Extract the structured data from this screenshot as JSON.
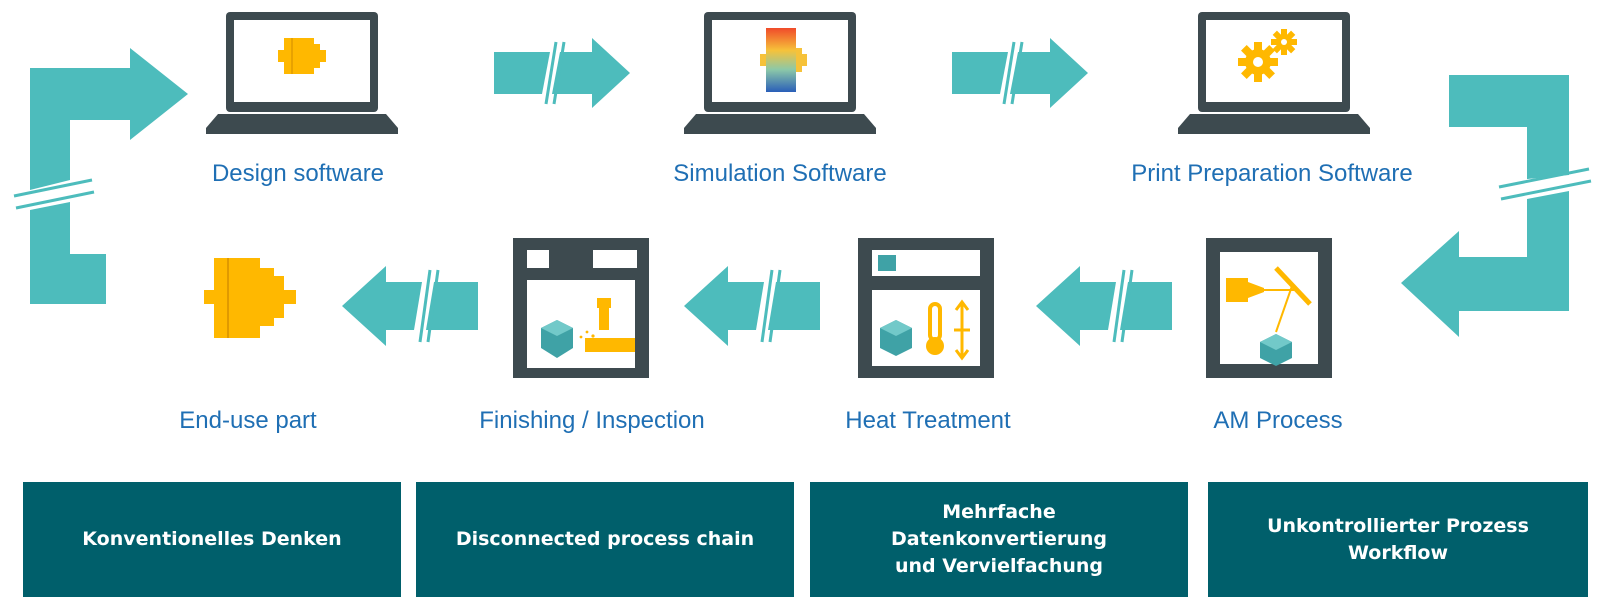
{
  "steps": {
    "design": "Design software",
    "simulation": "Simulation Software",
    "print_prep": "Print Preparation Software",
    "am_process": "AM Process",
    "heat_treatment": "Heat Treatment",
    "finishing": "Finishing / Inspection",
    "end_use": "End-use part"
  },
  "problems": [
    "Konventionelles Denken",
    "Disconnected process chain",
    "Mehrfache Datenkonvertierung und Vervielfachung",
    "Unkontrollierter Prozess Workflow"
  ],
  "colors": {
    "arrow": "#4dbcbc",
    "device": "#3d4a4f",
    "part": "#ffb800",
    "label": "#1f6fb4",
    "box": "#005f6b"
  }
}
